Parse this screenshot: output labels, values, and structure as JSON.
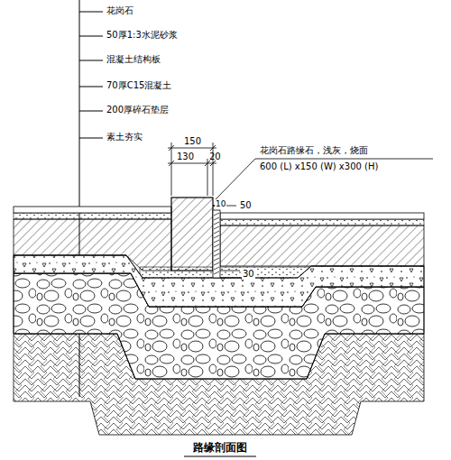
{
  "diagram": {
    "title": "路缘剖面图",
    "labels": [
      "花岗石",
      "50厚1:3水泥砂浆",
      "混凝土结构板",
      "70厚C15混凝土",
      "200厚碎石垫层",
      "素土夯实",
      "150",
      "130",
      "20",
      "50",
      "10",
      "30",
      "花岗石路缘石，浅灰，烧面",
      "600 (L) x150 (W) x300 (H)"
    ]
  }
}
